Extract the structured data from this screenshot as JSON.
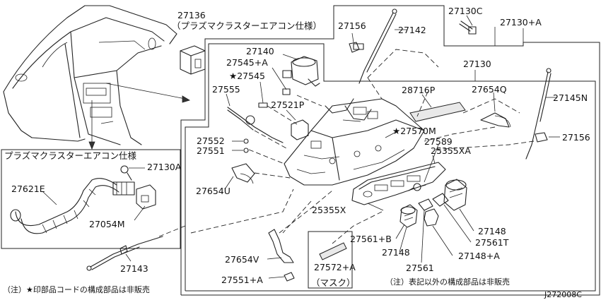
{
  "diagram_id": "J272008C",
  "inset_label": "プラズマクラスターエアコン仕様",
  "callouts": {
    "c27136": "27136",
    "c27136_note": "（プラズマクラスターエアコン仕様）",
    "c27156_top": "27156",
    "c27142": "27142",
    "c27130C": "27130C",
    "c27130A_plus": "27130+A",
    "c27140": "27140",
    "c27545A": "27545+A",
    "c27545_star": "★27545",
    "c27130": "27130",
    "c27555": "27555",
    "c27521P": "27521P",
    "c28716P": "28716P",
    "c27654Q": "27654Q",
    "c27145N": "27145N",
    "c27570M": "★27570M",
    "c27156_right": "27156",
    "c27552": "27552",
    "c27551": "27551",
    "c27589": "27589",
    "c25355XA": "25355XA",
    "c27654U": "27654U",
    "c27130A": "27130A",
    "c27621E": "27621E",
    "c27054M": "27054M",
    "c25355X": "25355X",
    "c27561B": "27561+B",
    "c27148_a": "27148",
    "c27561T": "27561T",
    "c27148_b": "27148",
    "c27148A": "27148+A",
    "c27143": "27143",
    "c27654V": "27654V",
    "c27572A": "27572+A",
    "c27561": "27561",
    "c27551A": "27551+A",
    "mask_note": "（マスク）"
  },
  "notes": {
    "star_note": "（注）★印部品コードの構成部品は非販売",
    "other_note": "（注）表記以外の構成部品は非販売"
  }
}
